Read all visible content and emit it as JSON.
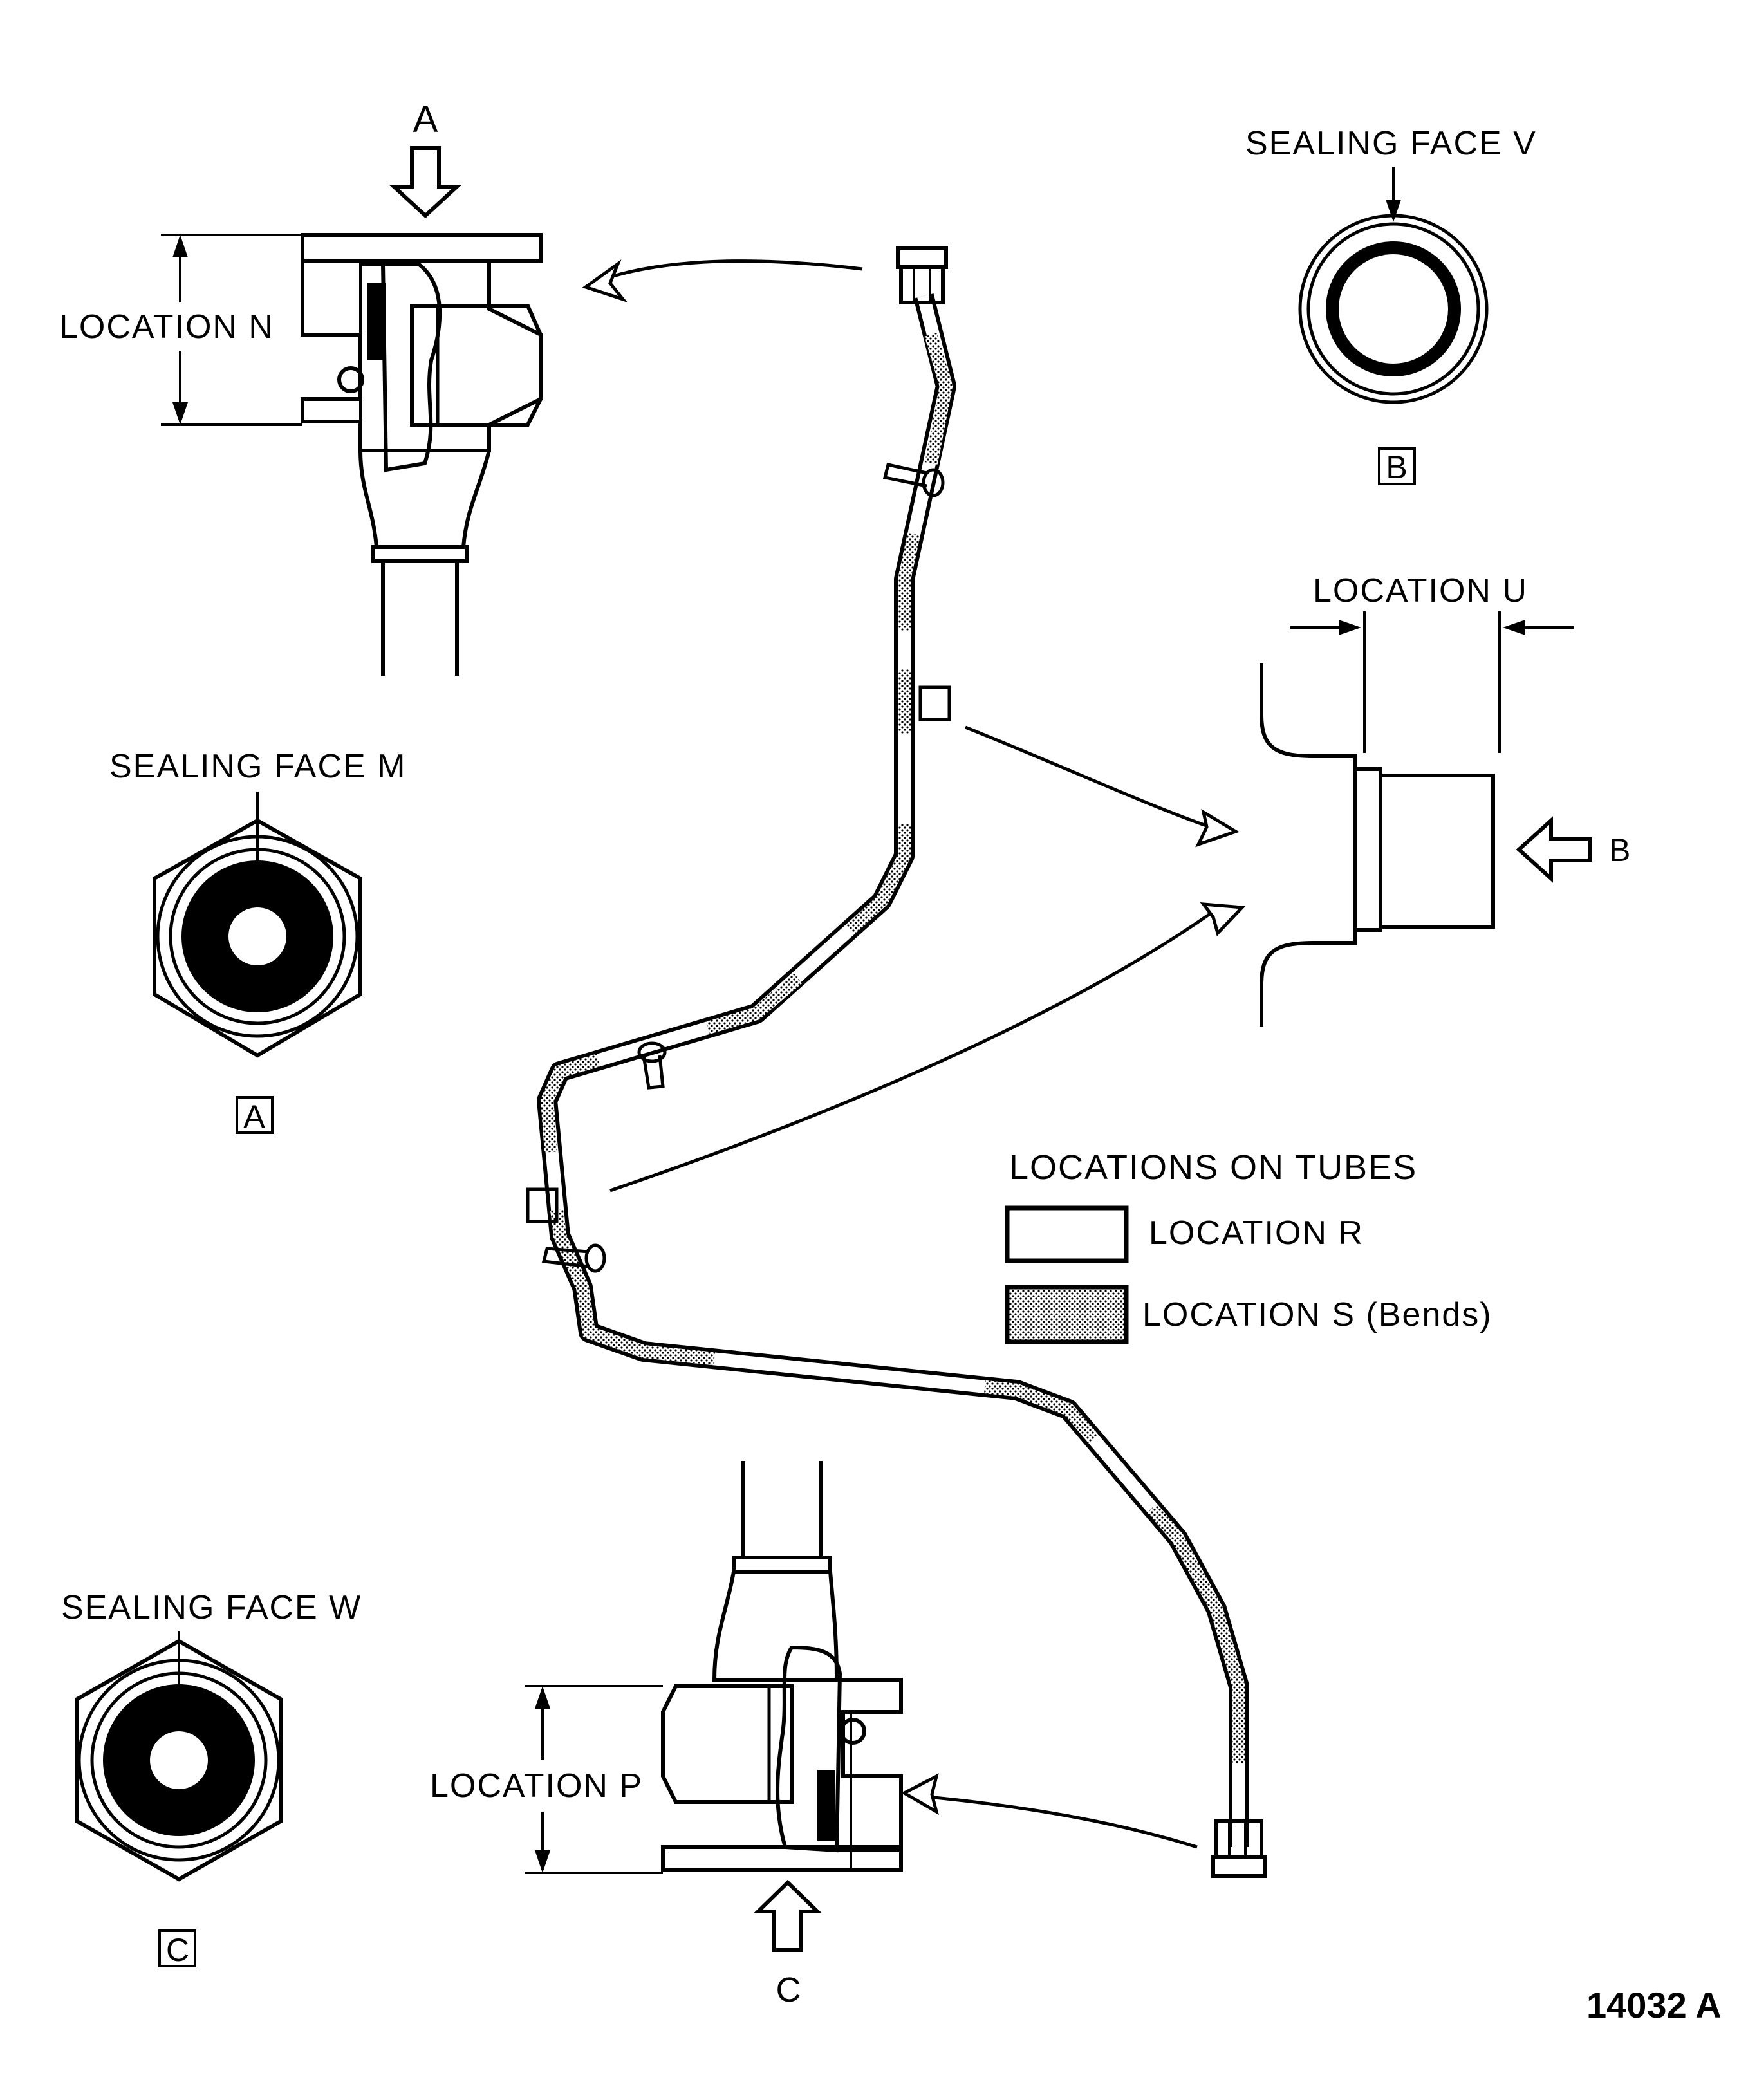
{
  "labels": {
    "arrow_a": "A",
    "arrow_b": "B",
    "arrow_c": "C",
    "location_n": "LOCATION N",
    "location_p": "LOCATION P",
    "location_u": "LOCATION U",
    "sealing_face_m": "SEALING FACE M",
    "sealing_face_v": "SEALING FACE V",
    "sealing_face_w": "SEALING FACE W",
    "view_a": "A",
    "view_b": "B",
    "view_c": "C",
    "figure_number": "14032 A"
  },
  "legend": {
    "title": "LOCATIONS ON TUBES",
    "items": [
      {
        "label": "LOCATION R",
        "fill": "#ffffff"
      },
      {
        "label": "LOCATION S (Bends)",
        "fill": "#8a8a8a"
      }
    ]
  },
  "colors": {
    "ink": "#000000",
    "paper": "#ffffff",
    "stipple": "#8a8a8a"
  }
}
